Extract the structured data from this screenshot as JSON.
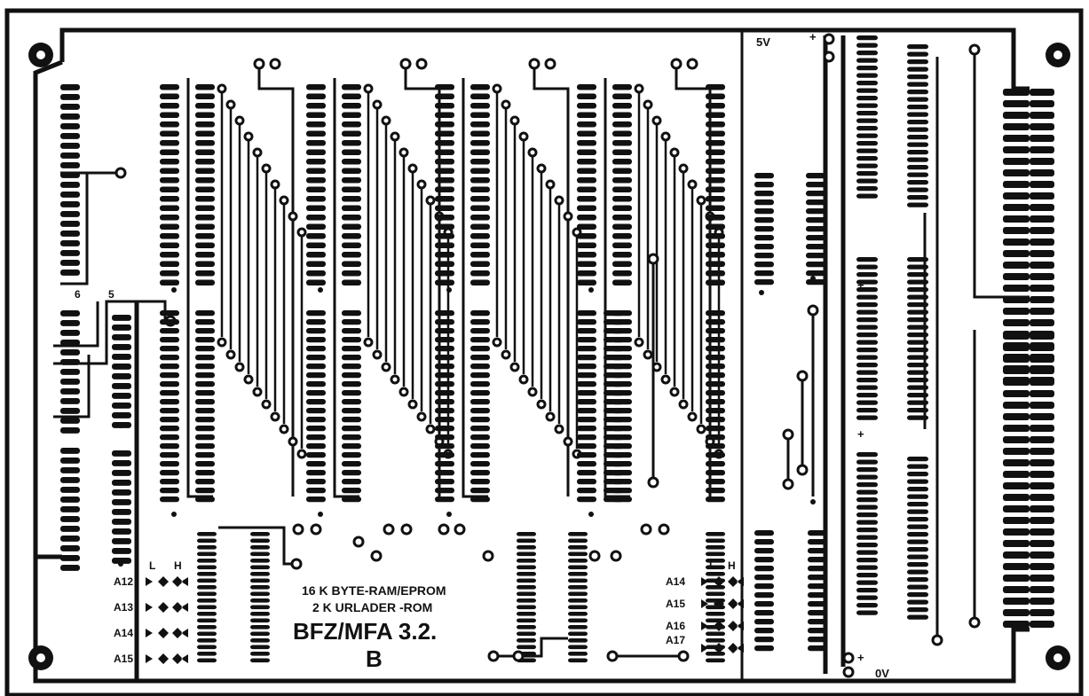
{
  "board": {
    "line1": "16 K BYTE-RAM/EPROM",
    "line2": "2 K URLADER -ROM",
    "name": "BFZ/MFA 3.2.",
    "variant": "B"
  },
  "rails": {
    "v5": "5V",
    "v0": "0V",
    "plus": "+"
  },
  "pins": {
    "p6": "6",
    "p5": "5"
  },
  "jumpers_left": {
    "col_l": "L",
    "col_h": "H",
    "rows": [
      "A12",
      "A13",
      "A14",
      "A15"
    ]
  },
  "jumpers_right": {
    "col_l": "L",
    "col_h": "H",
    "rows": [
      "A14",
      "A15",
      "A16",
      "A17"
    ]
  },
  "colors": {
    "copper": "#111111",
    "substrate": "#ffffff"
  }
}
